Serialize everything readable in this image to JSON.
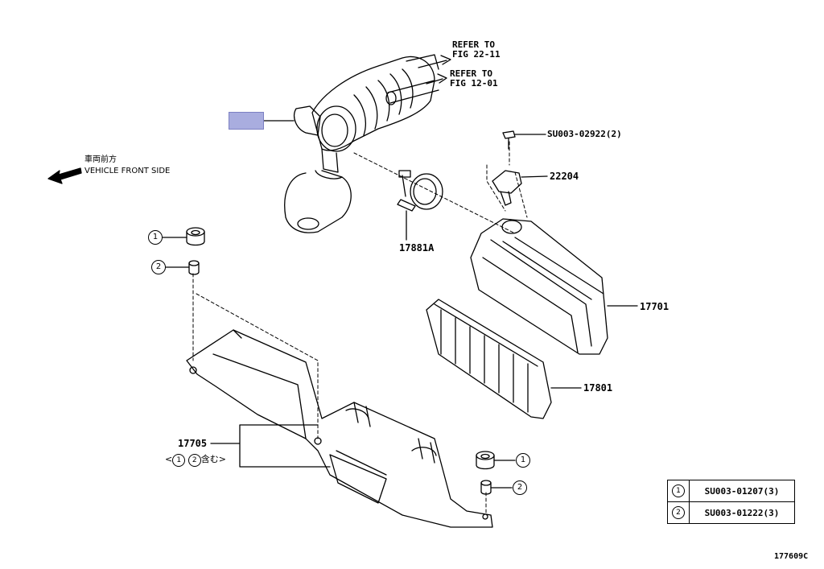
{
  "refer_1": [
    "REFER TO",
    "FIG 22-11"
  ],
  "refer_2": [
    "REFER TO",
    "FIG 12-01"
  ],
  "front_jp": "車両前方",
  "front_en": "VEHICLE FRONT SIDE",
  "parts": {
    "bolt": "SU003-02922(2)",
    "sensor": "22204",
    "clamp": "17881A",
    "case": "17701",
    "filter": "17801",
    "lower_case": "17705",
    "lower_case_note_open": "<",
    "lower_case_note_close": "含む>"
  },
  "circle_labels": [
    "1",
    "2"
  ],
  "legend": [
    {
      "num": "1",
      "code": "SU003-01207(3)"
    },
    {
      "num": "2",
      "code": "SU003-01222(3)"
    }
  ],
  "figure_id": "177609C",
  "highlight_color": "#a9addf"
}
